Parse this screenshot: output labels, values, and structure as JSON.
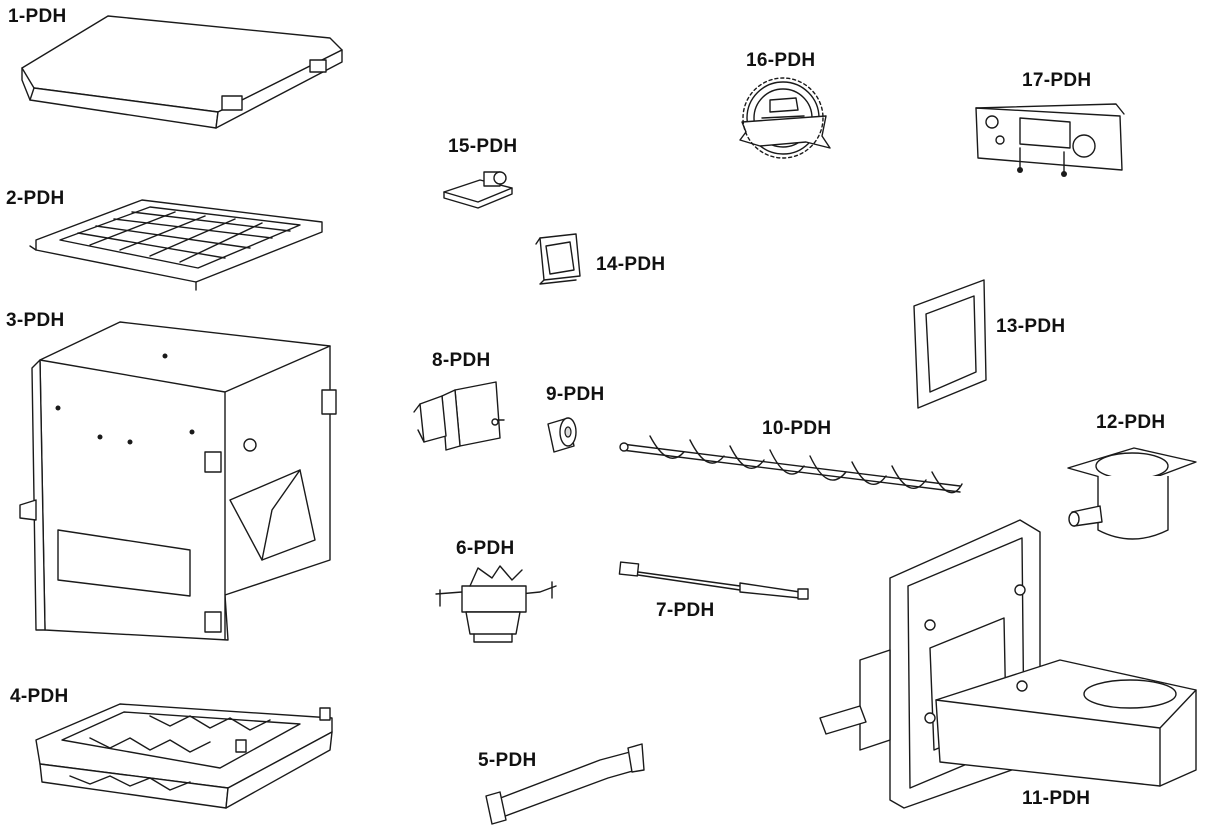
{
  "parts": [
    {
      "id": "p1",
      "label": "1-PDH"
    },
    {
      "id": "p2",
      "label": "2-PDH"
    },
    {
      "id": "p3",
      "label": "3-PDH"
    },
    {
      "id": "p4",
      "label": "4-PDH"
    },
    {
      "id": "p5",
      "label": "5-PDH"
    },
    {
      "id": "p6",
      "label": "6-PDH"
    },
    {
      "id": "p7",
      "label": "7-PDH"
    },
    {
      "id": "p8",
      "label": "8-PDH"
    },
    {
      "id": "p9",
      "label": "9-PDH"
    },
    {
      "id": "p10",
      "label": "10-PDH"
    },
    {
      "id": "p11",
      "label": "11-PDH"
    },
    {
      "id": "p12",
      "label": "12-PDH"
    },
    {
      "id": "p13",
      "label": "13-PDH"
    },
    {
      "id": "p14",
      "label": "14-PDH"
    },
    {
      "id": "p15",
      "label": "15-PDH"
    },
    {
      "id": "p16",
      "label": "16-PDH"
    },
    {
      "id": "p17",
      "label": "17-PDH"
    }
  ],
  "colors": {
    "line": "#1a1a1a",
    "background": "#ffffff"
  }
}
